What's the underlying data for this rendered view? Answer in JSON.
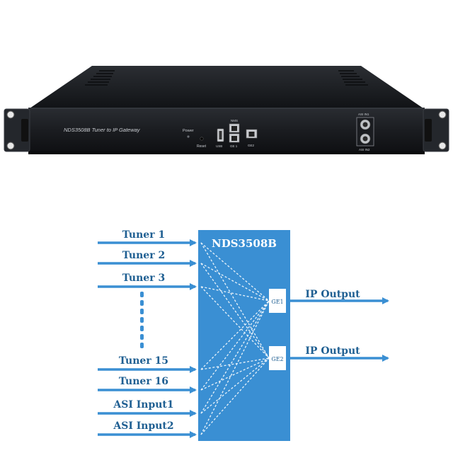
{
  "device": {
    "model_label": "NDS3508B Tuner to IP Gateway",
    "power_label": "Power",
    "reset_label": "Reset",
    "nms_label": "NMS",
    "usb_label": "USB",
    "ge1_label": "GE 1",
    "ge2_label": "GE2",
    "asi_in1_label": "ASI IN1",
    "asi_in2_label": "ASI IN2",
    "colors": {
      "chassis": "#15171b",
      "front": "#1e2126",
      "ears": "#2a2d33"
    }
  },
  "diagram": {
    "box_title": "NDS3508B",
    "inputs": [
      "Tuner 1",
      "Tuner 2",
      "Tuner 3",
      "Tuner 15",
      "Tuner 16",
      "ASI Input1",
      "ASI Input2"
    ],
    "ports": [
      "GE1",
      "GE2"
    ],
    "outputs": [
      "IP Output",
      "IP Output"
    ],
    "colors": {
      "box": "#3a8fd3",
      "arrow": "#3a8fd3",
      "label": "#1f5f92",
      "box_title": "#ffffff"
    }
  }
}
